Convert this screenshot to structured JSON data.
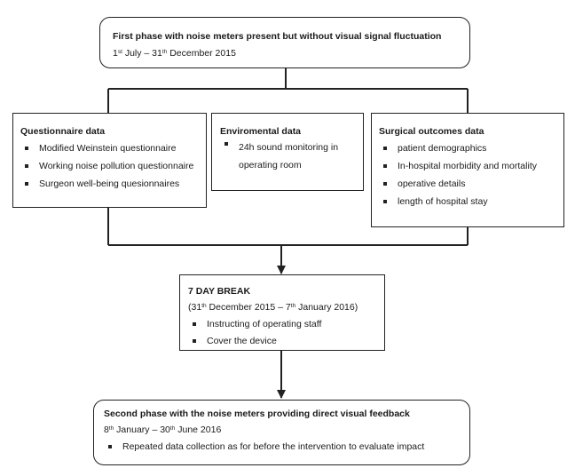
{
  "phase1": {
    "title": "First phase with noise meters present but without visual signal fluctuation",
    "d1": "1",
    "s1": "st",
    "m1": " July – 31",
    "s2": "th",
    "m2": " December 2015"
  },
  "questionnaire": {
    "title": "Questionnaire data",
    "items": [
      "Modified Weinstein questionnaire",
      "Working noise pollution questionnaire",
      "Surgeon well-being quesionnaires"
    ]
  },
  "environmental": {
    "title": "Enviromental data",
    "items": [
      "24h sound monitoring in operating room"
    ]
  },
  "surgical": {
    "title": "Surgical outcomes data",
    "items": [
      "patient demographics",
      "In-hospital morbidity and mortality",
      "operative details",
      "length of hospital stay"
    ]
  },
  "break": {
    "title": "7 DAY BREAK",
    "p1": "(31",
    "s1": "th",
    "p2": " December 2015 – 7",
    "s2": "th",
    "p3": " January 2016)",
    "items": [
      "Instructing of operating staff",
      "Cover the device"
    ]
  },
  "phase2": {
    "title": "Second phase with the noise meters providing direct visual feedback",
    "d1": "8",
    "s1": "th",
    "m1": " January – 30",
    "s2": "th",
    "m2": " June 2016",
    "items": [
      "Repeated data collection as for before the intervention to evaluate impact"
    ]
  }
}
